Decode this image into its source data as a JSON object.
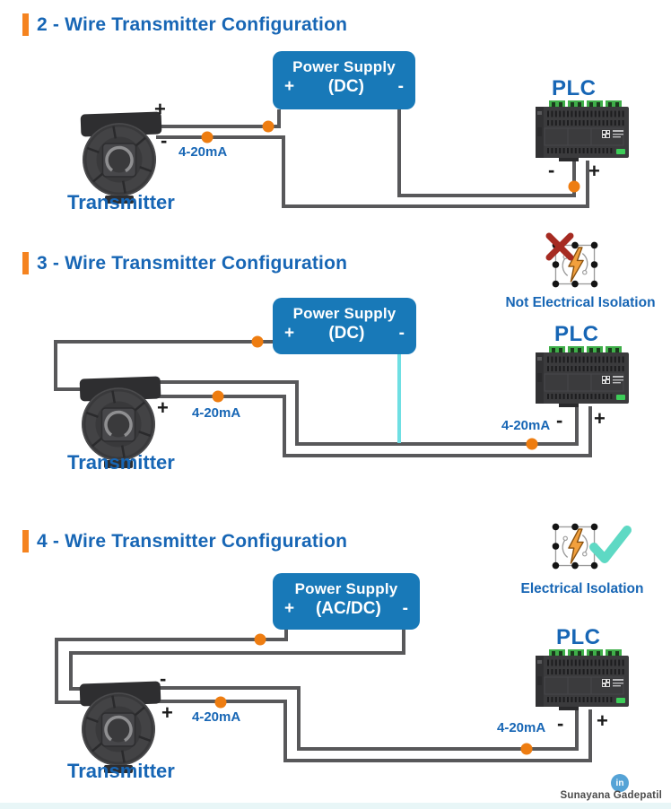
{
  "page": {
    "footer": {
      "credit": "Sunayana Gadepatil",
      "linkedin_glyph": "in"
    },
    "colors": {
      "title_blue": "#1766b5",
      "accent_orange": "#f5831f",
      "power_supply_blue": "#1879b8",
      "wire_gray": "#58585a",
      "junction_orange": "#ee7d11",
      "isolation_link_cyan": "#6fdfe3",
      "check_teal": "#5ed9c4",
      "cross_red": "#a62b22",
      "linkedin_blue": "#55a3d6",
      "footer_strip": "#e8f6f7"
    }
  },
  "sections": [
    {
      "title": "2 - Wire Transmitter Configuration",
      "power_supply": {
        "name": "Power Supply",
        "plus": "+",
        "type": "(DC)",
        "minus": "-"
      },
      "transmitter_label": "Transmitter",
      "plc_label": "PLC",
      "wire_plus": "+",
      "wire_minus": "-",
      "signal_label": "4-20mA",
      "plc_minus": "-",
      "plc_plus": "+"
    },
    {
      "title": "3 - Wire Transmitter Configuration",
      "power_supply": {
        "name": "Power Supply",
        "plus": "+",
        "type": "(DC)",
        "minus": "-"
      },
      "transmitter_label": "Transmitter",
      "plc_label": "PLC",
      "wire_plus": "+",
      "signal_label": "4-20mA",
      "plc_signal_label": "4-20mA",
      "plc_minus": "-",
      "plc_plus": "+",
      "isolation_note": "Not Electrical Isolation"
    },
    {
      "title": "4 - Wire Transmitter Configuration",
      "power_supply": {
        "name": "Power Supply",
        "plus": "+",
        "type": "(AC/DC)",
        "minus": "-"
      },
      "transmitter_label": "Transmitter",
      "plc_label": "PLC",
      "wire_plus": "+",
      "wire_minus": "-",
      "signal_label": "4-20mA",
      "plc_signal_label": "4-20mA",
      "plc_minus": "-",
      "plc_plus": "+",
      "isolation_note": "Electrical Isolation"
    }
  ]
}
